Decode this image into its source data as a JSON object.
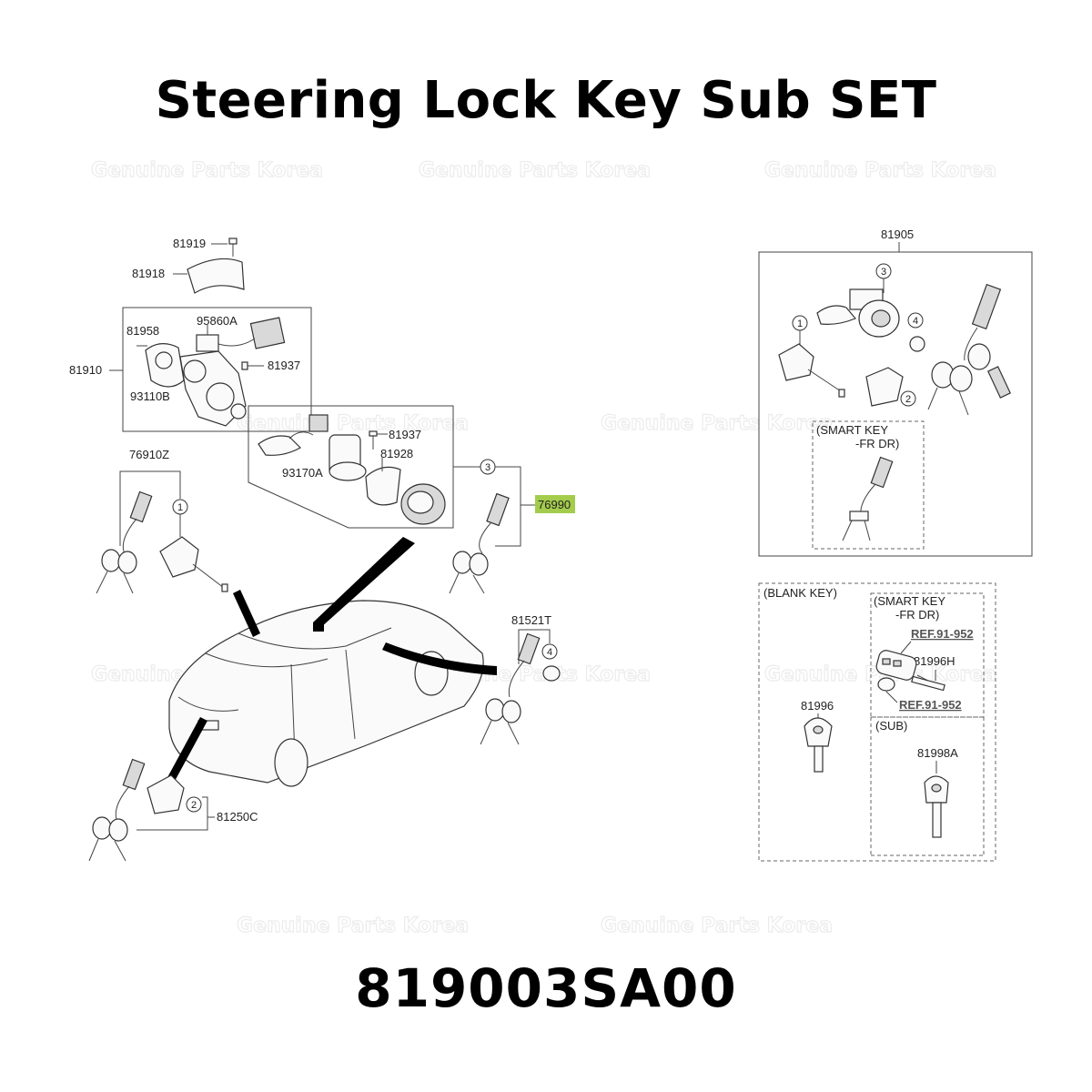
{
  "title": "Steering Lock Key Sub SET",
  "part_number": "819003SA00",
  "watermark": "Genuine Parts Korea",
  "highlight_color": "#a4cc4c",
  "labels": {
    "p81919": "81919",
    "p81918": "81918",
    "p81910": "81910",
    "p81958": "81958",
    "p95860A": "95860A",
    "p81937a": "81937",
    "p93110B": "93110B",
    "p81937b": "81937",
    "p81928": "81928",
    "p93170A": "93170A",
    "p76910Z": "76910Z",
    "p76990": "76990",
    "p81521T": "81521T",
    "p81250C": "81250C",
    "p81905": "81905",
    "smart_key_fr_dr_1": "(SMART KEY",
    "smart_key_fr_dr_2": "-FR DR)",
    "blank_key": "(BLANK KEY)",
    "smart_key2_1": "(SMART KEY",
    "smart_key2_2": "-FR DR)",
    "ref1": "REF.91-952",
    "ref2": "REF.91-952",
    "p81996H": "81996H",
    "p81996": "81996",
    "sub": "(SUB)",
    "p81998A": "81998A"
  },
  "callouts": {
    "c1": "1",
    "c2": "2",
    "c3": "3",
    "c4": "4",
    "r1": "1",
    "r2": "2",
    "r3": "3",
    "r4": "4"
  }
}
